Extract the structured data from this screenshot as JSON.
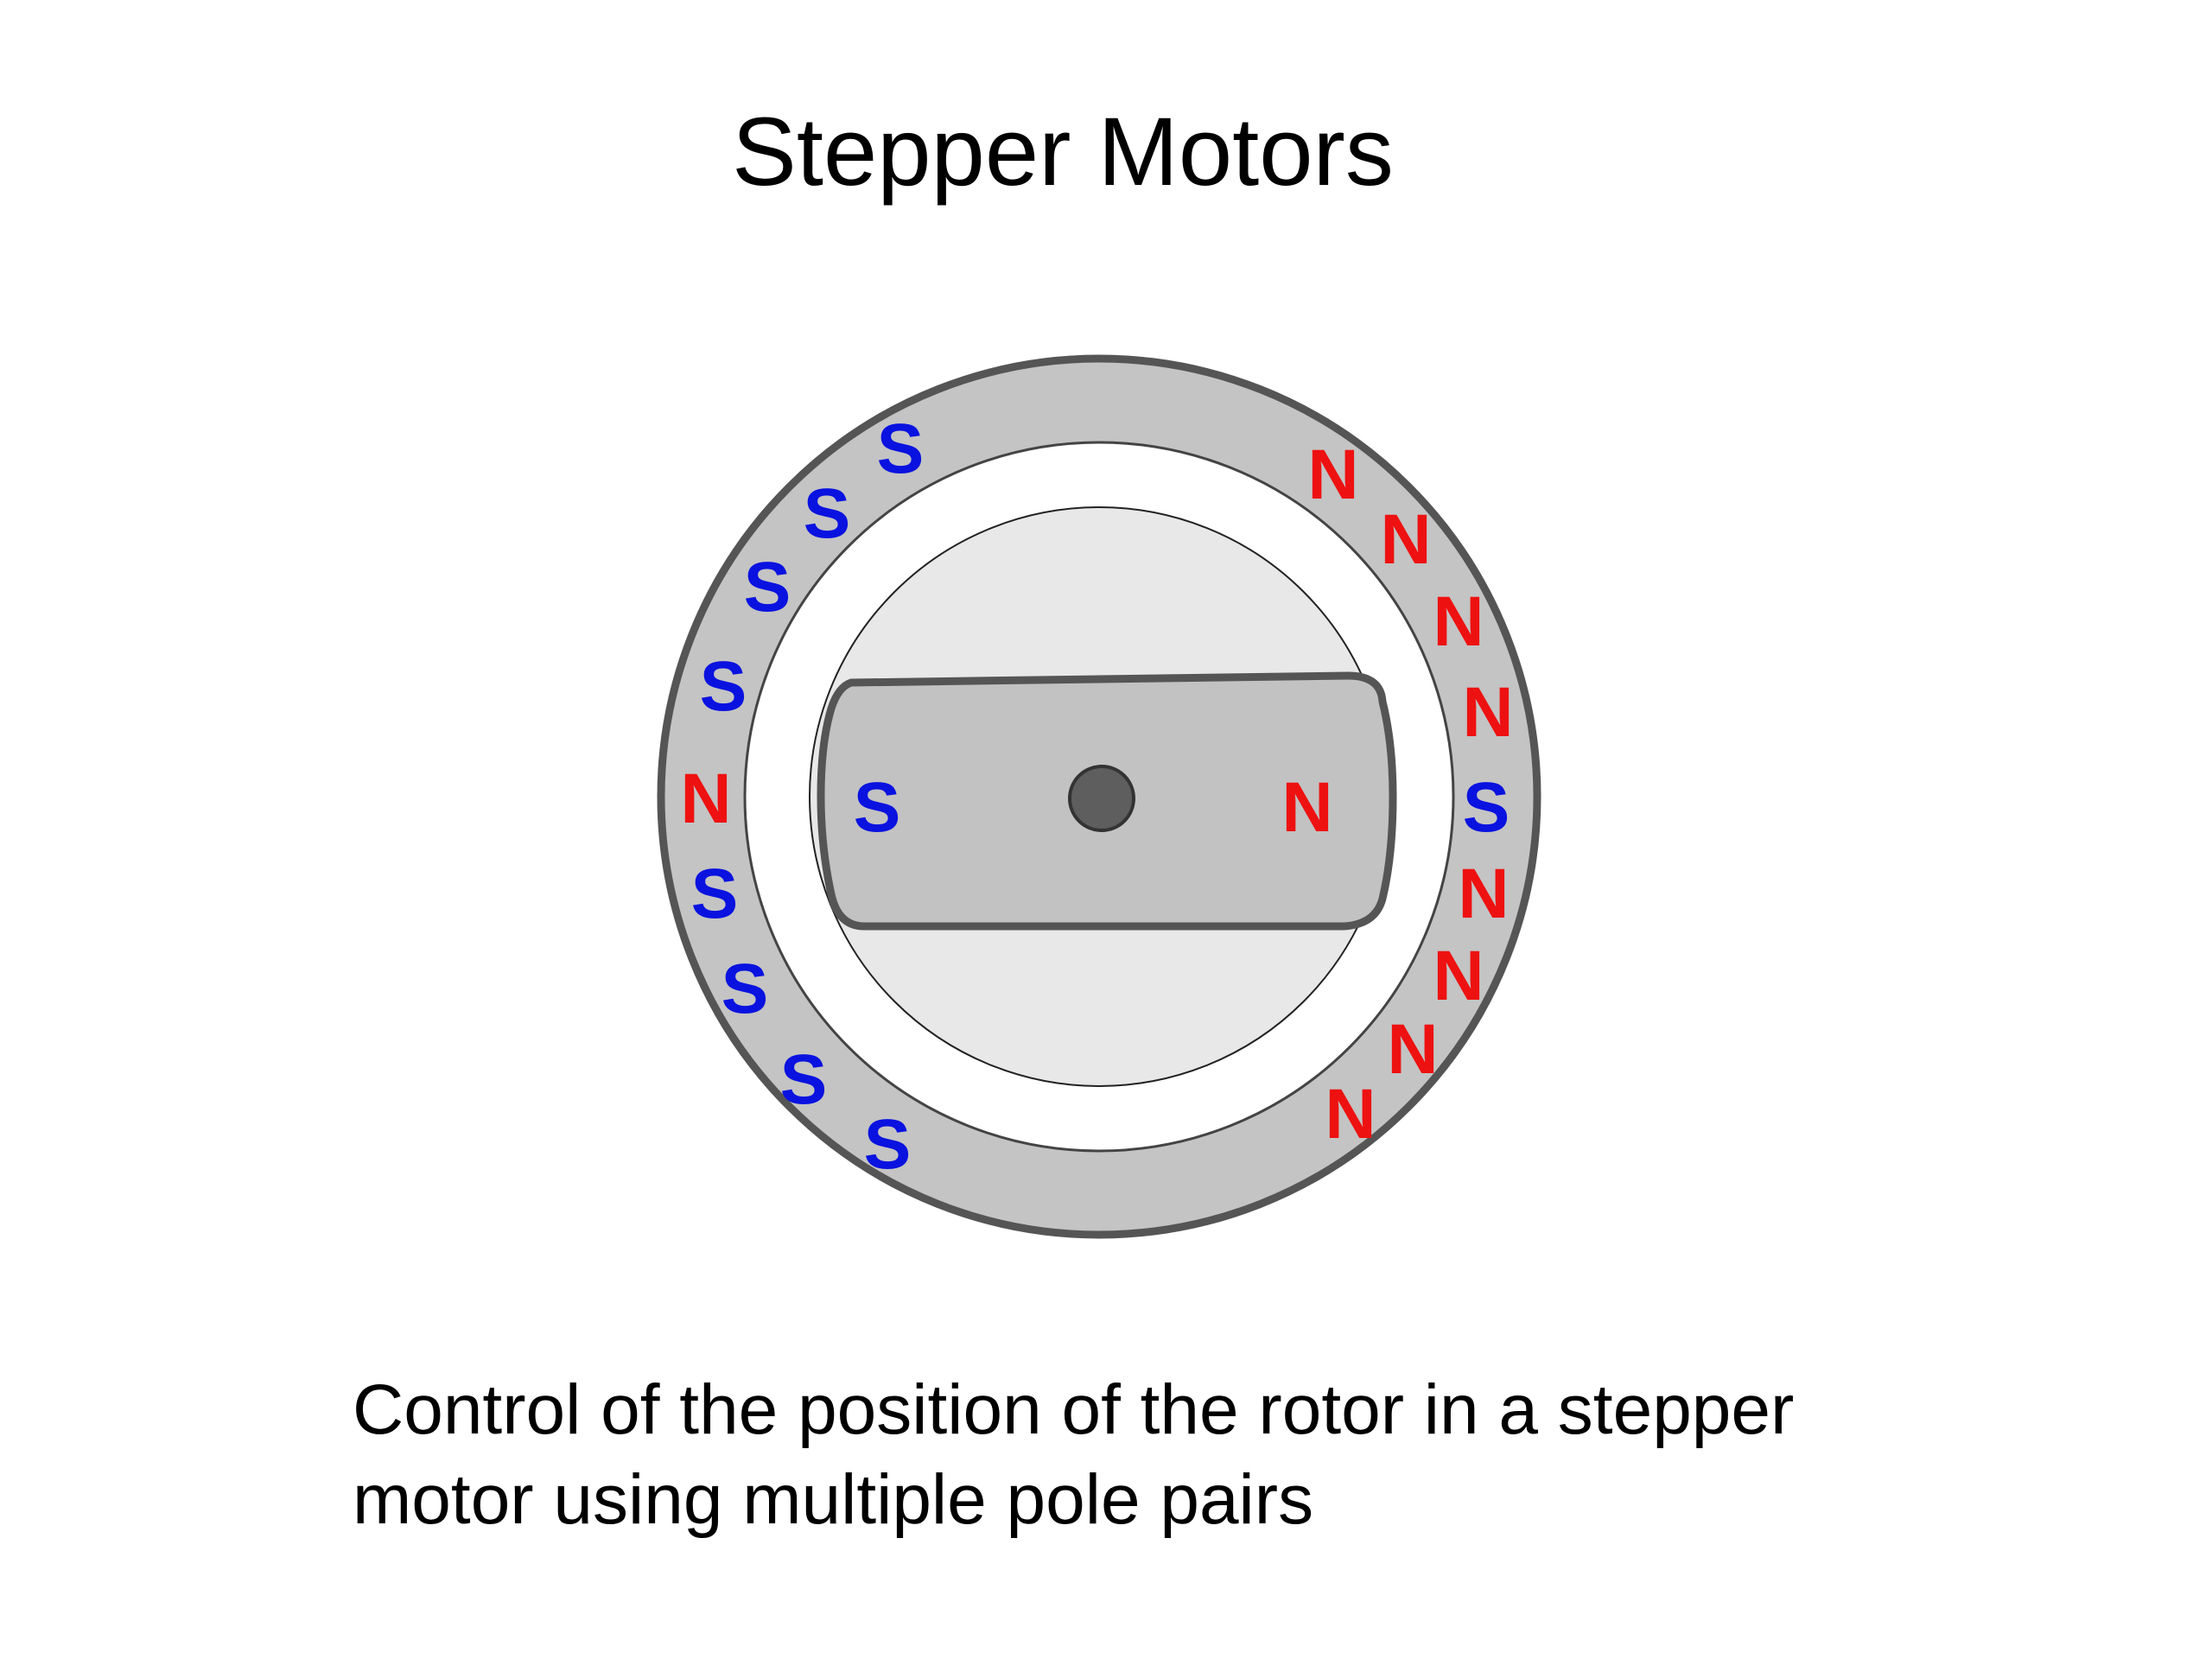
{
  "title": "Stepper Motors",
  "caption": {
    "line1": "Control of the position of the rotor in a stepper",
    "line2": "motor using multiple pole pairs"
  },
  "colors": {
    "north": "#ee1111",
    "south": "#0a12e0",
    "stator": "#c4c4c4",
    "rotor": "#c2c2c2",
    "rotor_disc": "#e8e8e8",
    "outline": "#555555",
    "shaft": "#5e5e5e"
  },
  "stator_poles": [
    {
      "label": "S",
      "pole": "south"
    },
    {
      "label": "S",
      "pole": "south"
    },
    {
      "label": "S",
      "pole": "south"
    },
    {
      "label": "S",
      "pole": "south"
    },
    {
      "label": "N",
      "pole": "north"
    },
    {
      "label": "S",
      "pole": "south"
    },
    {
      "label": "S",
      "pole": "south"
    },
    {
      "label": "S",
      "pole": "south"
    },
    {
      "label": "S",
      "pole": "south"
    },
    {
      "label": "N",
      "pole": "north"
    },
    {
      "label": "N",
      "pole": "north"
    },
    {
      "label": "N",
      "pole": "north"
    },
    {
      "label": "N",
      "pole": "north"
    },
    {
      "label": "S",
      "pole": "south"
    },
    {
      "label": "N",
      "pole": "north"
    },
    {
      "label": "N",
      "pole": "north"
    },
    {
      "label": "N",
      "pole": "north"
    },
    {
      "label": "N",
      "pole": "north"
    }
  ],
  "rotor": {
    "left_label": "S",
    "right_label": "N"
  }
}
